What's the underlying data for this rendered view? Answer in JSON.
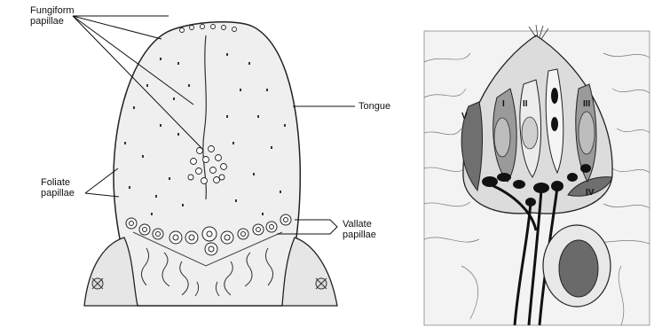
{
  "labels": {
    "fungiform_l1": "Fungiform",
    "fungiform_l2": "papillae",
    "tongue": "Tongue",
    "foliate_l1": "Foliate",
    "foliate_l2": "papillae",
    "vallate_l1": "Vallate",
    "vallate_l2": "papillae"
  },
  "cell_labels": {
    "c1": "I",
    "c2": "II",
    "c3": "III",
    "c4": "IV",
    "c5": "V"
  }
}
